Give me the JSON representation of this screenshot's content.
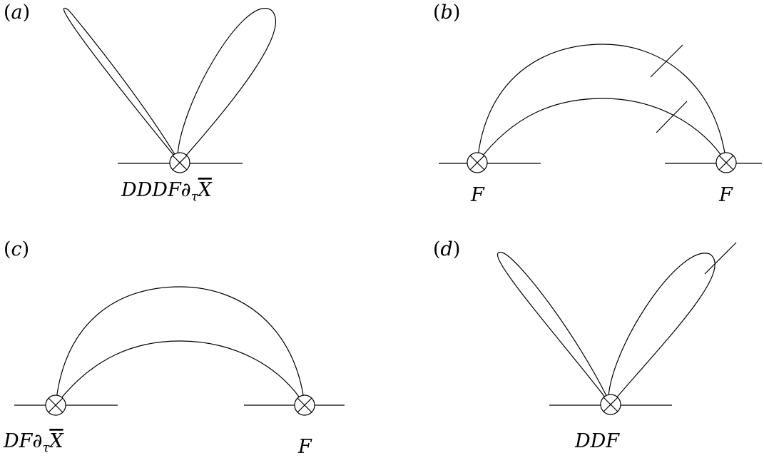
{
  "panels": {
    "a": {
      "tag_letter": "a",
      "vertex_label": {
        "main": "DDDF∂",
        "sub": "τ",
        "bar": "X"
      }
    },
    "b": {
      "tag_letter": "b",
      "left_label": "F",
      "right_label": "F"
    },
    "c": {
      "tag_letter": "c",
      "left_label": {
        "main": "DF∂",
        "sub": "τ",
        "bar": "X"
      },
      "right_label": "F"
    },
    "d": {
      "tag_letter": "d",
      "vertex_label": "DDF"
    }
  }
}
